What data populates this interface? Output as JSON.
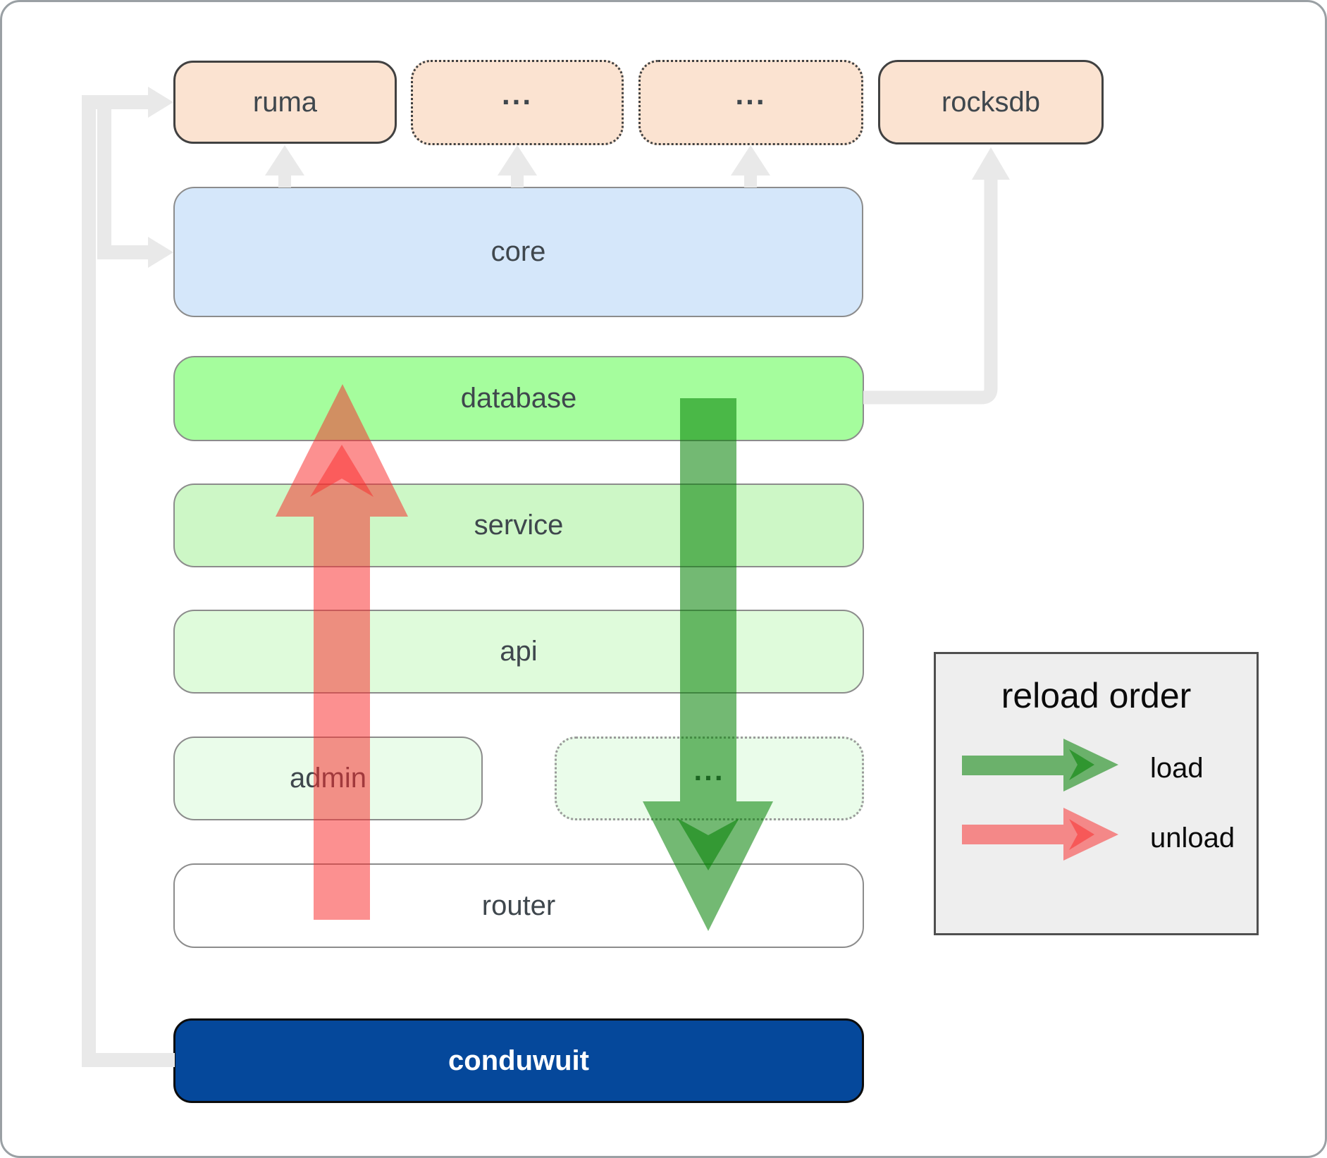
{
  "diagram_title": "conduwuit crate architecture / reload order diagram",
  "boxes": {
    "ruma": "ruma",
    "crate_a": "...",
    "crate_b": "...",
    "rocksdb": "rocksdb",
    "core": "core",
    "database": "database",
    "service": "service",
    "api": "api",
    "admin": "admin",
    "admin_sibling": "...",
    "router": "router",
    "conduwuit": "conduwuit"
  },
  "legend": {
    "title": "reload order",
    "load_label": "load",
    "unload_label": "unload"
  },
  "arrows": {
    "load_direction": "down",
    "unload_direction": "up"
  },
  "colors": {
    "peach_fill": "#fbe3d1",
    "core_fill": "#d5e7fa",
    "database_fill": "#a5fd9d",
    "service_fill": "#cdf7c6",
    "api_fill": "#dffbdb",
    "admin_fill": "#eafcea",
    "router_fill": "#ffffff",
    "conduwuit_fill": "#05489b",
    "connector_gray": "#e9e9e9",
    "load_green": "rgba(0,128,0,0.55)",
    "unload_red": "rgba(250,45,45,0.53)",
    "legend_bg": "#eeeeee",
    "label_color": "#3f474d"
  }
}
